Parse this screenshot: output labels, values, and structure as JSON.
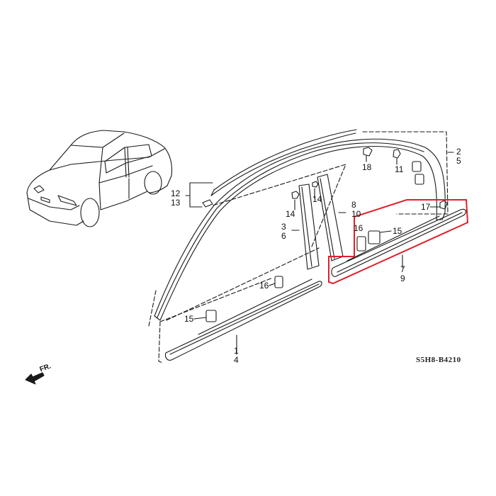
{
  "diagram": {
    "code": "S5H8-B4210",
    "direction_label": "FR.",
    "highlight_color": "#e0202a",
    "line_color": "#1a1a1a",
    "callouts": [
      {
        "id": "c-2-5",
        "lines": [
          "2",
          "5"
        ]
      },
      {
        "id": "c-18",
        "lines": [
          "18"
        ]
      },
      {
        "id": "c-11",
        "lines": [
          "11"
        ]
      },
      {
        "id": "c-12-13",
        "lines": [
          "12",
          "13"
        ]
      },
      {
        "id": "c-14a",
        "lines": [
          "14"
        ]
      },
      {
        "id": "c-14b",
        "lines": [
          "14"
        ]
      },
      {
        "id": "c-3-6",
        "lines": [
          "3",
          "6"
        ]
      },
      {
        "id": "c-8-10",
        "lines": [
          "8",
          "10"
        ]
      },
      {
        "id": "c-17",
        "lines": [
          "17"
        ]
      },
      {
        "id": "c-16a",
        "lines": [
          "16"
        ]
      },
      {
        "id": "c-15a",
        "lines": [
          "15"
        ]
      },
      {
        "id": "c-7-9",
        "lines": [
          "7",
          "9"
        ]
      },
      {
        "id": "c-16b",
        "lines": [
          "16"
        ]
      },
      {
        "id": "c-15b",
        "lines": [
          "15"
        ]
      },
      {
        "id": "c-1-4",
        "lines": [
          "1",
          "4"
        ]
      }
    ]
  }
}
